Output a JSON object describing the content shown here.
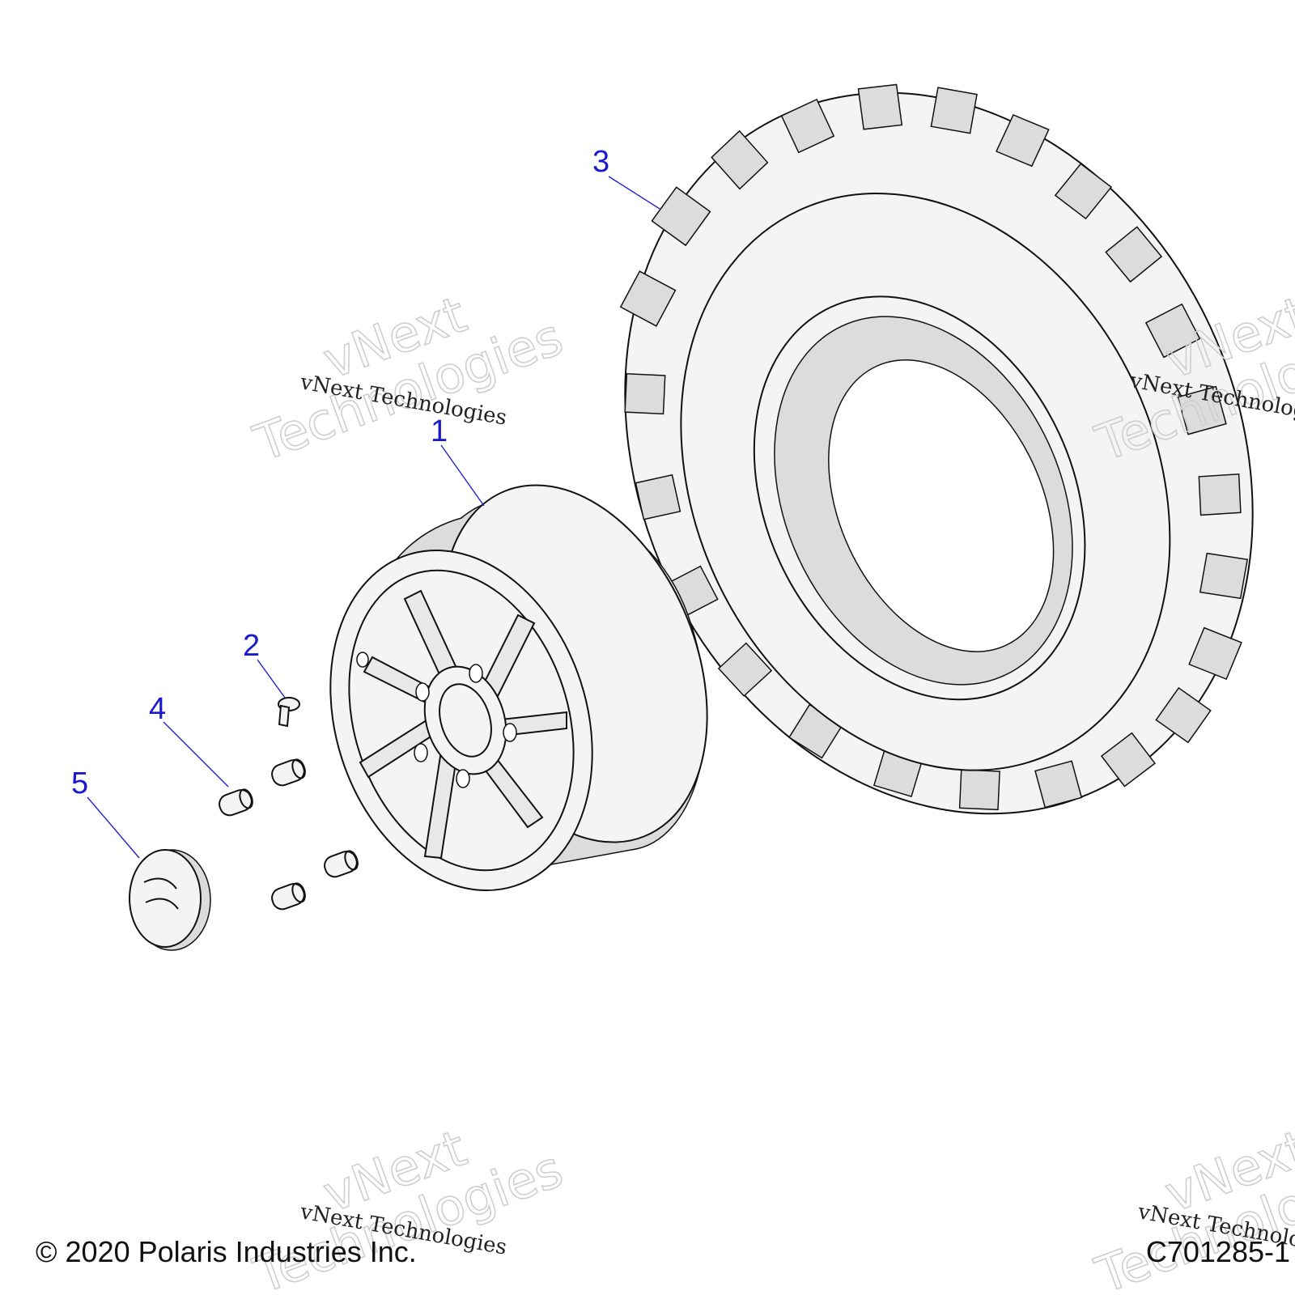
{
  "callouts": {
    "wheel": "1",
    "valve_stem": "2",
    "tire": "3",
    "lug_nut": "4",
    "center_cap": "5"
  },
  "watermark": {
    "line": "vNext Technologies",
    "word1": "vNext",
    "word2": "Technologies"
  },
  "footer": {
    "copyright": "© 2020 Polaris Industries Inc.",
    "drawing_number": "C701285-1"
  }
}
